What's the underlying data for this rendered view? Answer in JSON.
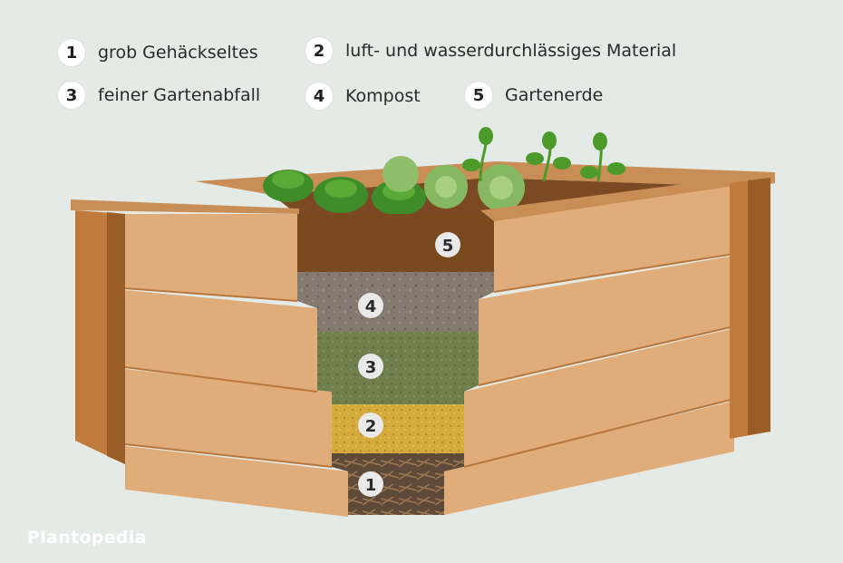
{
  "legend": [
    {
      "number": "1",
      "label": "grob Gehäckseltes"
    },
    {
      "number": "2",
      "label": "luft- und wasserdurchlässiges Material"
    },
    {
      "number": "3",
      "label": "feiner Gartenabfall"
    },
    {
      "number": "4",
      "label": "Kompost"
    },
    {
      "number": "5",
      "label": "Gartenerde"
    }
  ],
  "layers": [
    {
      "number": "5",
      "color": "#7a4a1f"
    },
    {
      "number": "4",
      "color": "#857a70"
    },
    {
      "number": "3",
      "color": "#6f7f4d"
    },
    {
      "number": "2",
      "color": "#d4aa3c"
    },
    {
      "number": "1",
      "color": "#5e4a38"
    }
  ],
  "colors": {
    "background": "#e4ebe6",
    "wood": "#dfac7a",
    "wood_dark": "#b8773c",
    "plant_green": "#4c9a2a"
  },
  "brand": "Plantopedia"
}
